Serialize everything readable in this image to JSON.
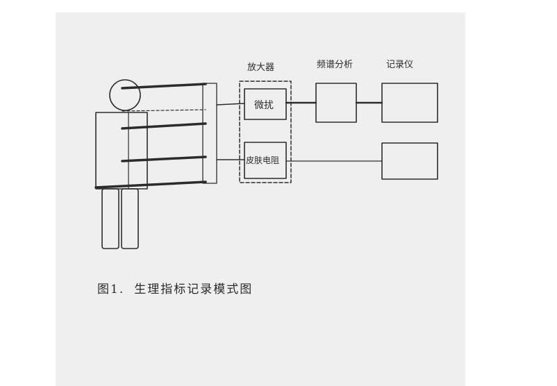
{
  "labels": {
    "amplifier": "放大器",
    "spectrum": "频谱分析",
    "recorder": "记录仪",
    "micro": "微扰",
    "skin": "皮肤电阻"
  },
  "caption": {
    "figure": "图1.",
    "title": "生理指标记录模式图"
  },
  "colors": {
    "ink": "#2b2b2b",
    "paper": "#efefef"
  }
}
